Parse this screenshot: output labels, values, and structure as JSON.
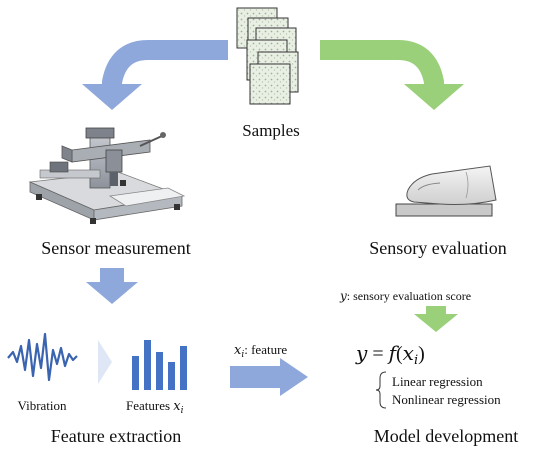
{
  "nodes": {
    "samples": {
      "label": "Samples"
    },
    "sensor_measurement": {
      "label": "Sensor measurement"
    },
    "sensory_evaluation": {
      "label": "Sensory evaluation"
    },
    "feature_extraction": {
      "label": "Feature extraction"
    },
    "model_development": {
      "label": "Model development"
    }
  },
  "labels": {
    "sensory_score_var": "y",
    "sensory_score_text": ":  sensory evaluation score",
    "feature_var": "x",
    "feature_sub": "i",
    "feature_text": ": feature",
    "vibration": "Vibration",
    "features_text": "Features ",
    "features_var": "x",
    "features_sub": "i"
  },
  "model": {
    "equation_lhs": "y",
    "equation_eq": " = ",
    "equation_f": "f",
    "equation_open": "(",
    "equation_var": "x",
    "equation_sub": "i",
    "equation_close": ")",
    "methods": [
      "Linear regression",
      "Nonlinear regression"
    ]
  },
  "colors": {
    "arrow_blue": "#8fa8dc",
    "arrow_green": "#9ad07a",
    "bar_blue": "#4472c4",
    "wave_blue": "#3a63b0",
    "chevron_light": "#dfe7f6"
  }
}
